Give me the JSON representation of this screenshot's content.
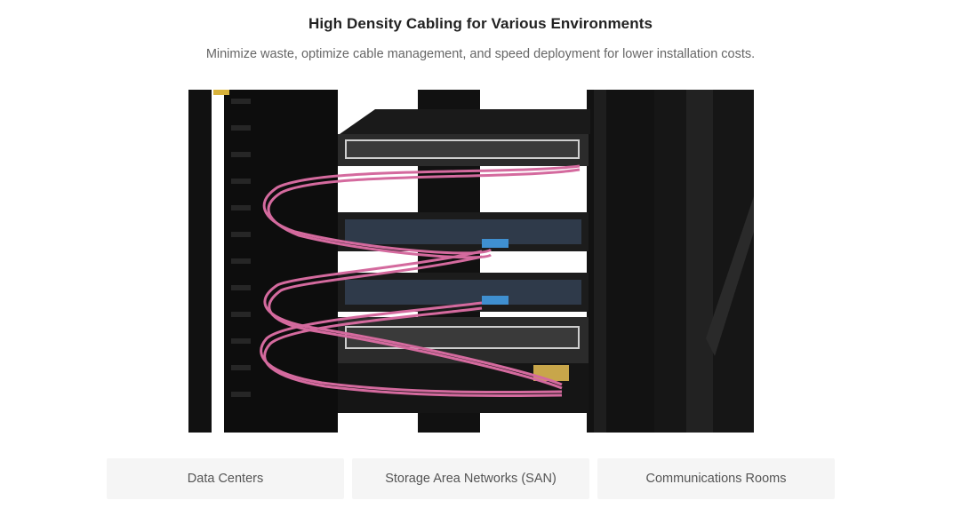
{
  "section": {
    "title": "High Density Cabling for Various Environments",
    "subtitle": "Minimize waste, optimize cable management, and speed deployment for lower installation costs."
  },
  "image": {
    "subject": "server-rack-with-pink-fiber-cabling",
    "colors": {
      "rack": "#141414",
      "rack_dark": "#0a0a0a",
      "panel": "#1c1c1c",
      "cable": "#d46a9e",
      "port_blue": "#3f8fd0",
      "connector_gold": "#c8a64a"
    }
  },
  "tabs": [
    {
      "label": "Data Centers"
    },
    {
      "label": "Storage Area Networks (SAN)"
    },
    {
      "label": "Communications Rooms"
    }
  ]
}
